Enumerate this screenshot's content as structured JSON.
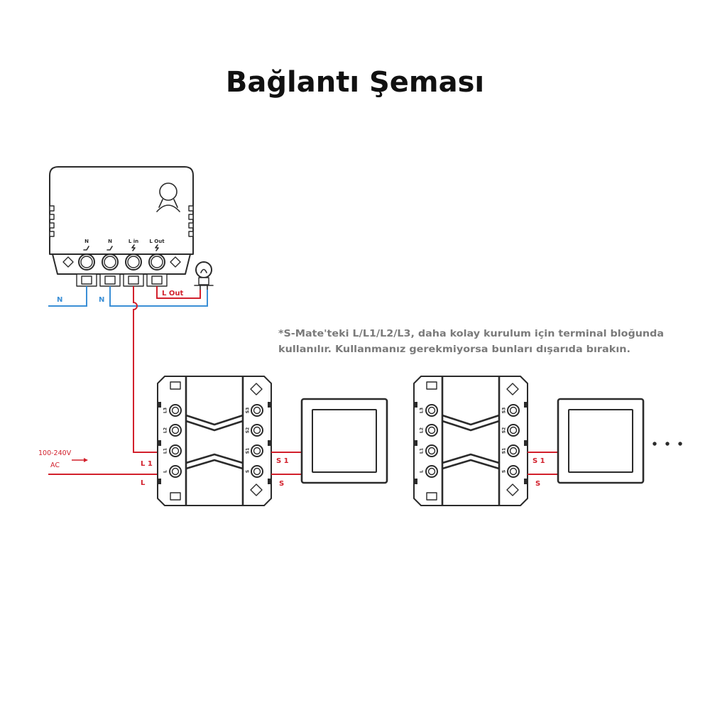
{
  "title": "Bağlantı Şeması",
  "note": {
    "line1": "*S-Mate'teki L/L1/L2/L3, daha kolay kurulum için terminal bloğunda",
    "line2": "kullanılır. Kullanmanız gerekmiyorsa bunları dışarıda bırakın."
  },
  "smart_switch": {
    "terminals": [
      "N",
      "N",
      "L in",
      "L Out"
    ],
    "icon": "person-icon"
  },
  "wires": {
    "neutral_in": "N",
    "neutral_out": "N",
    "load_out": "L Out",
    "power_voltage": "100-240V",
    "power_type": "AC",
    "s_mate_l1": "L 1",
    "s_mate_l": "L"
  },
  "s_mate_terminals": {
    "left": [
      "L3",
      "L2",
      "L1",
      "L"
    ],
    "right": [
      "S3",
      "S2",
      "S1",
      "S"
    ]
  },
  "switch_groups": [
    {
      "out_labels": [
        "S 1",
        "S"
      ]
    },
    {
      "out_labels": [
        "S 1",
        "S"
      ]
    }
  ],
  "colors": {
    "live": "#d2202c",
    "neutral": "#3b8fd6",
    "outline": "#2b2b2b",
    "note_text": "#7a7a7a",
    "title_text": "#111111"
  }
}
